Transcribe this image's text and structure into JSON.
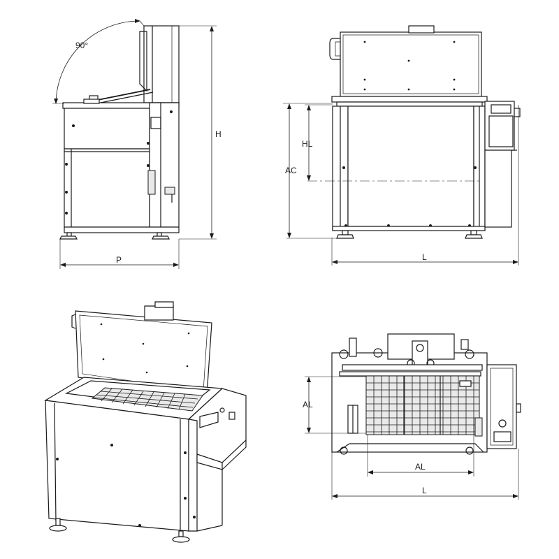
{
  "dimension_labels": {
    "angle": "90°",
    "height": "H",
    "depth": "P",
    "liquid_height": "HL",
    "working_height": "AC",
    "length_front": "L",
    "basket_width": "AL",
    "basket_length": "AL",
    "length_top": "L"
  }
}
